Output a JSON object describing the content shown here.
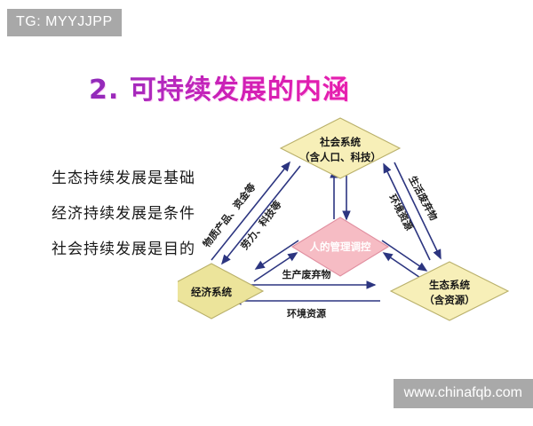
{
  "watermarks": {
    "tg_badge": "TG: MYYJJPP",
    "site_badge": "www.chinafqb.com"
  },
  "slide": {
    "title": "2. 可持续发展的内涵",
    "title_color_start": "#8e2bb9",
    "title_color_end": "#e81fae"
  },
  "bullets": [
    "生态持续发展是基础",
    "经济持续发展是条件",
    "社会持续发展是目的"
  ],
  "diagram": {
    "colors": {
      "node_fill_light": "#f7efb8",
      "node_fill_gold": "#ece49b",
      "node_stroke": "#b9b06a",
      "center_fill": "#f6bcc4",
      "center_stroke": "#e08e9f",
      "arrow": "#2c3580"
    },
    "nodes": [
      {
        "id": "social",
        "label_line1": "社会系统",
        "label_line2": "（含人口、科技）",
        "fill": "#f7efb8"
      },
      {
        "id": "economic",
        "label_line1": "经济系统",
        "label_line2": "",
        "fill": "#ece49b"
      },
      {
        "id": "ecologic",
        "label_line1": "生态系统",
        "label_line2": "（含资源）",
        "fill": "#f7efb8"
      },
      {
        "id": "center",
        "label_line1": "人的管理调控",
        "label_line2": "",
        "fill": "#f6bcc4"
      }
    ],
    "edge_labels": {
      "left_outer": "物质产品、资金等",
      "left_inner": "劳力、科技等",
      "right_outer": "生活废弃物",
      "right_inner": "环境资源",
      "bottom_top": "生产废弃物",
      "bottom_below": "环境资源"
    }
  }
}
